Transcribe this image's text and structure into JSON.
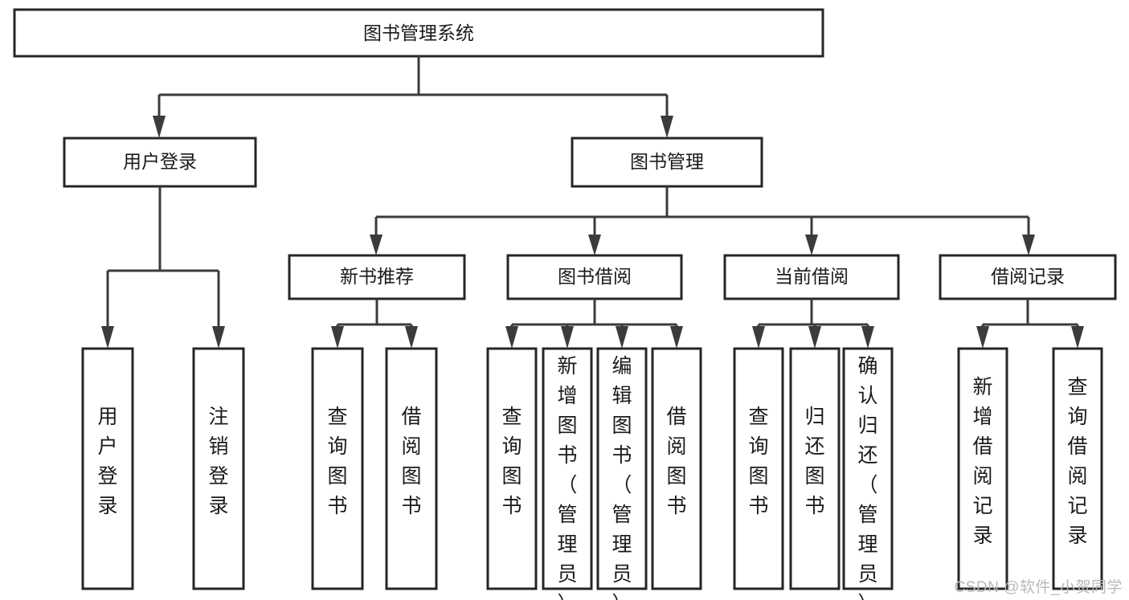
{
  "diagram": {
    "type": "tree-hierarchy",
    "title": "图书管理系统",
    "root": {
      "label": "图书管理系统"
    },
    "level2": [
      {
        "label": "用户登录"
      },
      {
        "label": "图书管理"
      }
    ],
    "level3": [
      {
        "label": "新书推荐"
      },
      {
        "label": "图书借阅"
      },
      {
        "label": "当前借阅"
      },
      {
        "label": "借阅记录"
      }
    ],
    "leaves": {
      "user_login": [
        "用户登录",
        "注销登录"
      ],
      "new_book_recommend": [
        "查询图书",
        "借阅图书"
      ],
      "book_borrow": [
        "查询图书",
        "新增图书（管理员）",
        "编辑图书（管理员）",
        "借阅图书"
      ],
      "current_borrow": [
        "查询图书",
        "归还图书",
        "确认归还（管理员）"
      ],
      "borrow_record": [
        "新增借阅记录",
        "查询借阅记录"
      ]
    }
  },
  "watermark": {
    "text": "CSDN @软件_小贺同学"
  },
  "colors": {
    "stroke": "#262626",
    "connector": "#3b3b3b",
    "background": "#ffffff",
    "text": "#1a1a1a",
    "watermark": "#b9b9b9"
  }
}
